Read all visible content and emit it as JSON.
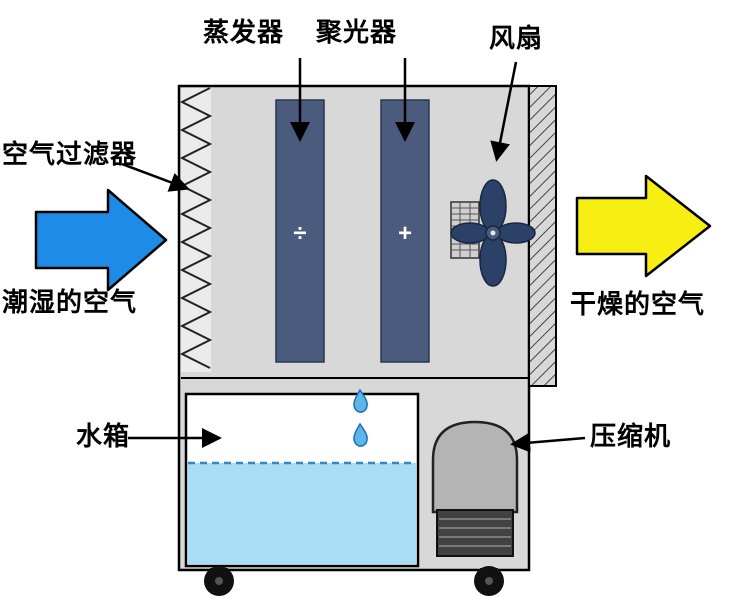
{
  "diagram": {
    "labels": {
      "evaporator": "蒸发器",
      "condenser": "聚光器",
      "fan": "风扇",
      "air_filter": "空气过滤器",
      "humid_air": "潮湿的空气",
      "dry_air": "干燥的空气",
      "water_tank": "水箱",
      "compressor": "压缩机"
    },
    "symbols": {
      "evaporator": "÷",
      "condenser": "+"
    },
    "colors": {
      "humid_arrow": "#1e8be6",
      "dry_arrow": "#f7ee12",
      "column": "#4a5b7d",
      "fan": "#2c4168",
      "water": "#a9dcf5",
      "droplet": "#5db6e8",
      "body": "#d8d8d8"
    }
  }
}
